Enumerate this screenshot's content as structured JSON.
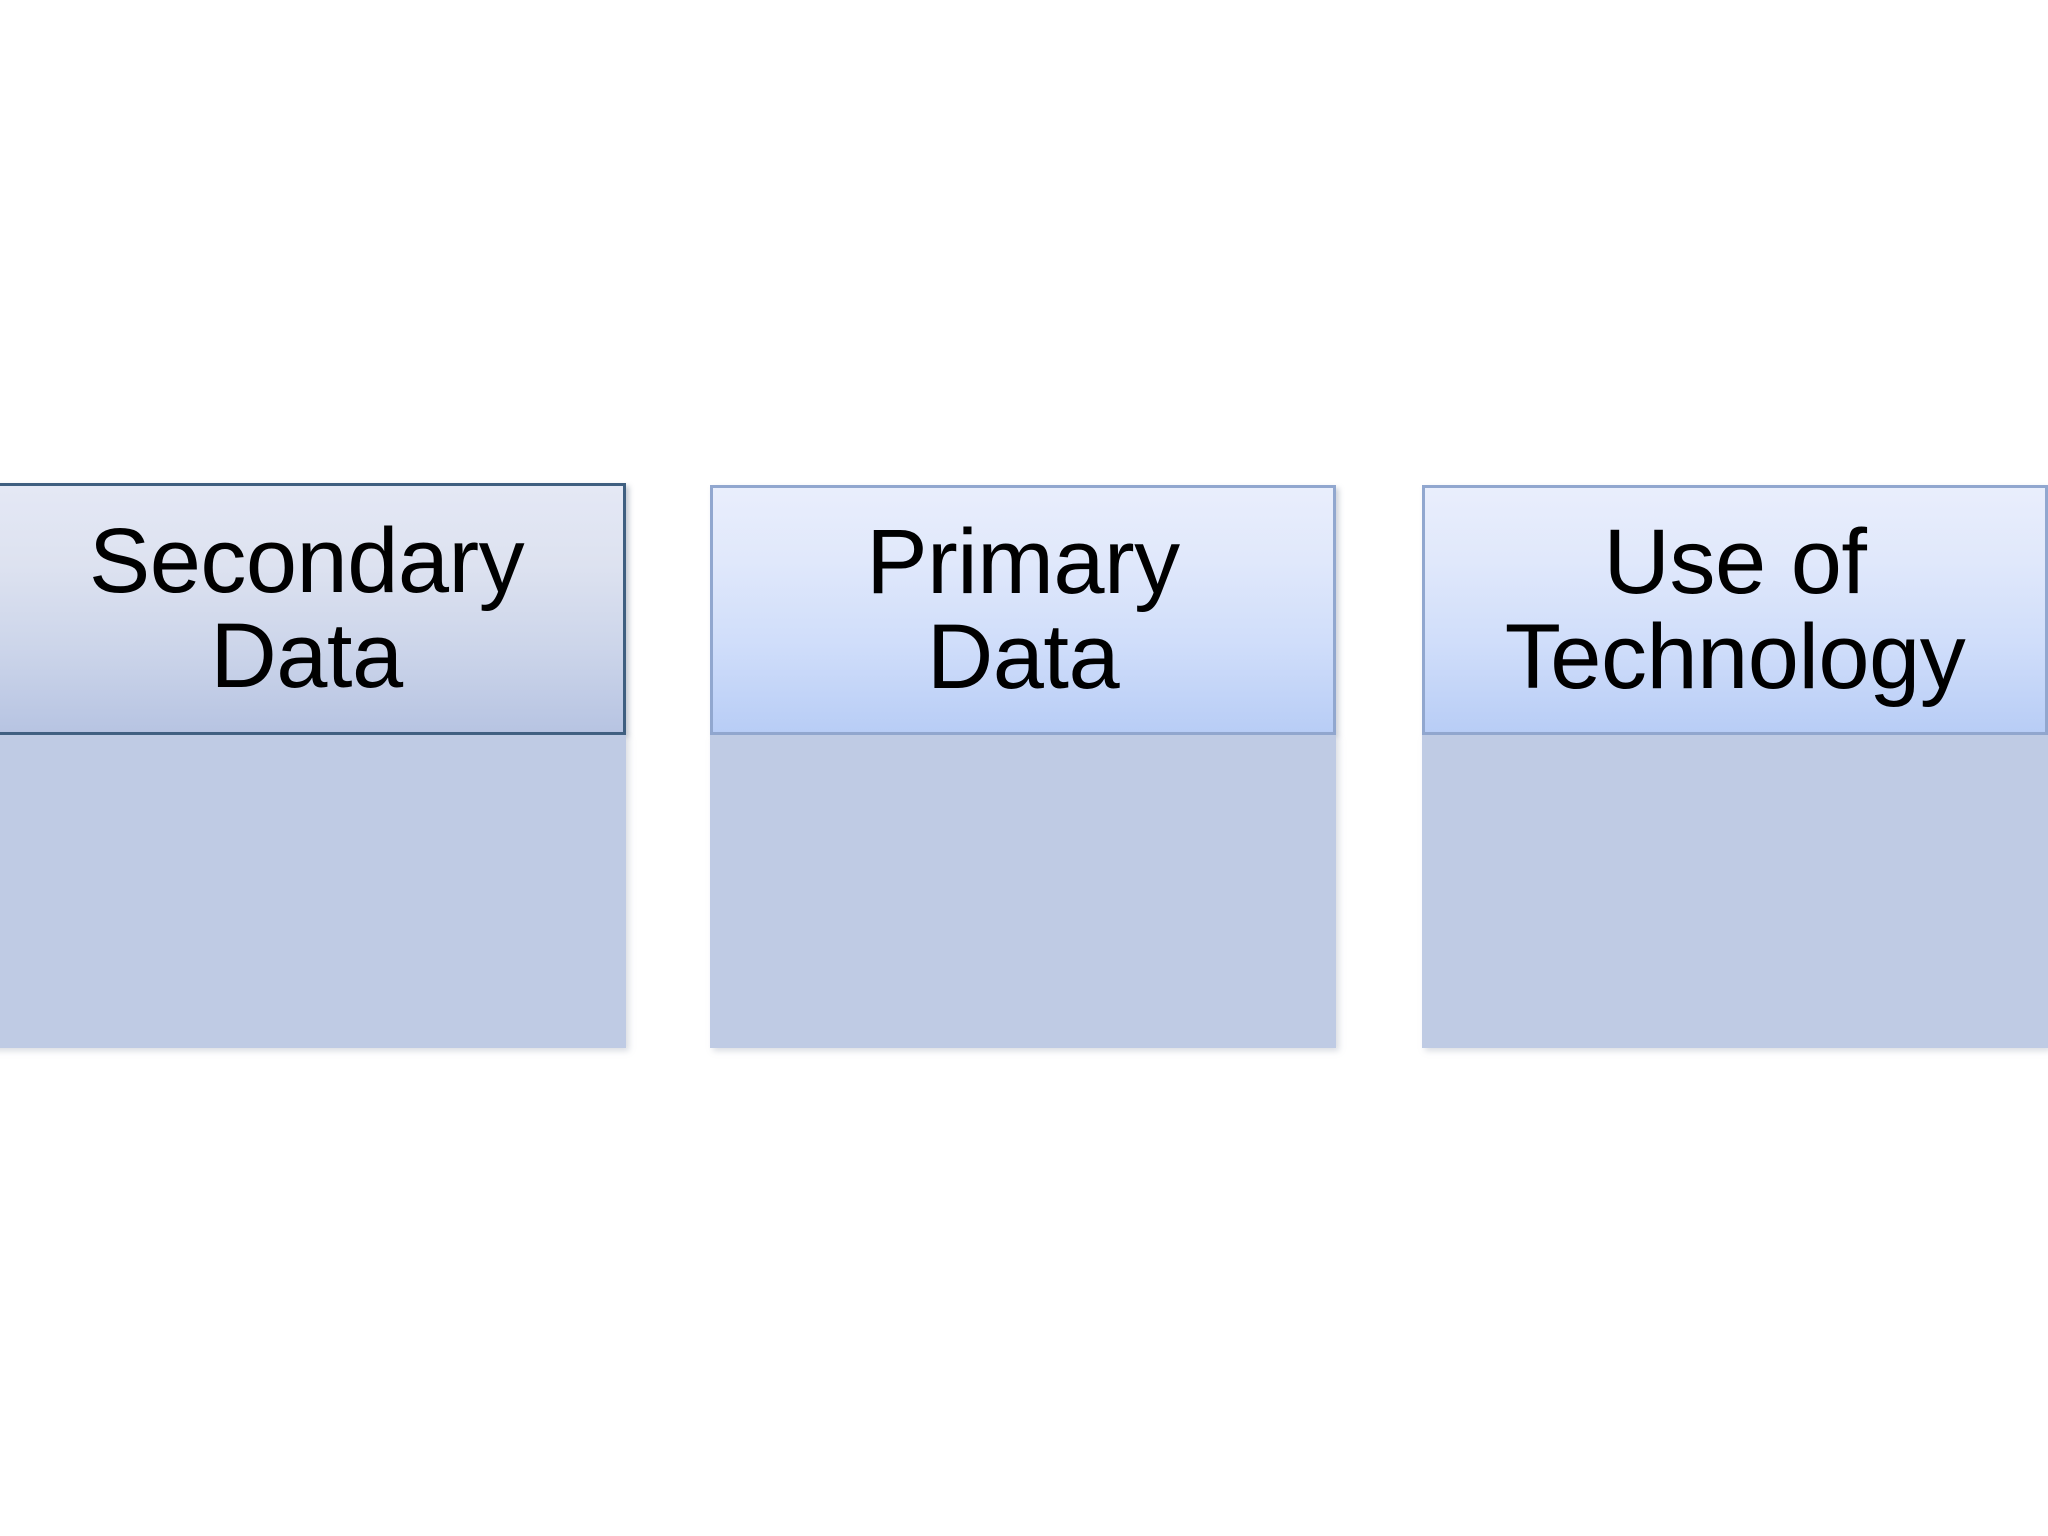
{
  "slide": {
    "background_color": "#ffffff",
    "shapes": [
      {
        "id": "secondary-data",
        "label": "Secondary\nData",
        "header_gradient_top": "#e4e8f5",
        "header_gradient_bottom": "#b7c4e2",
        "border_color": "#3f5f80",
        "body_color": "#bfcbe4",
        "text_color": "#000000"
      },
      {
        "id": "primary-data",
        "label": "Primary\nData",
        "header_gradient_top": "#e9eefc",
        "header_gradient_bottom": "#b8cdf6",
        "border_color": "#91a7cf",
        "body_color": "#bfcbe4",
        "text_color": "#000000"
      },
      {
        "id": "use-of-technology",
        "label": "Use of\nTechnology",
        "header_gradient_top": "#e9eefc",
        "header_gradient_bottom": "#b8cdf6",
        "border_color": "#91a7cf",
        "body_color": "#bfcbe4",
        "text_color": "#000000"
      }
    ]
  }
}
